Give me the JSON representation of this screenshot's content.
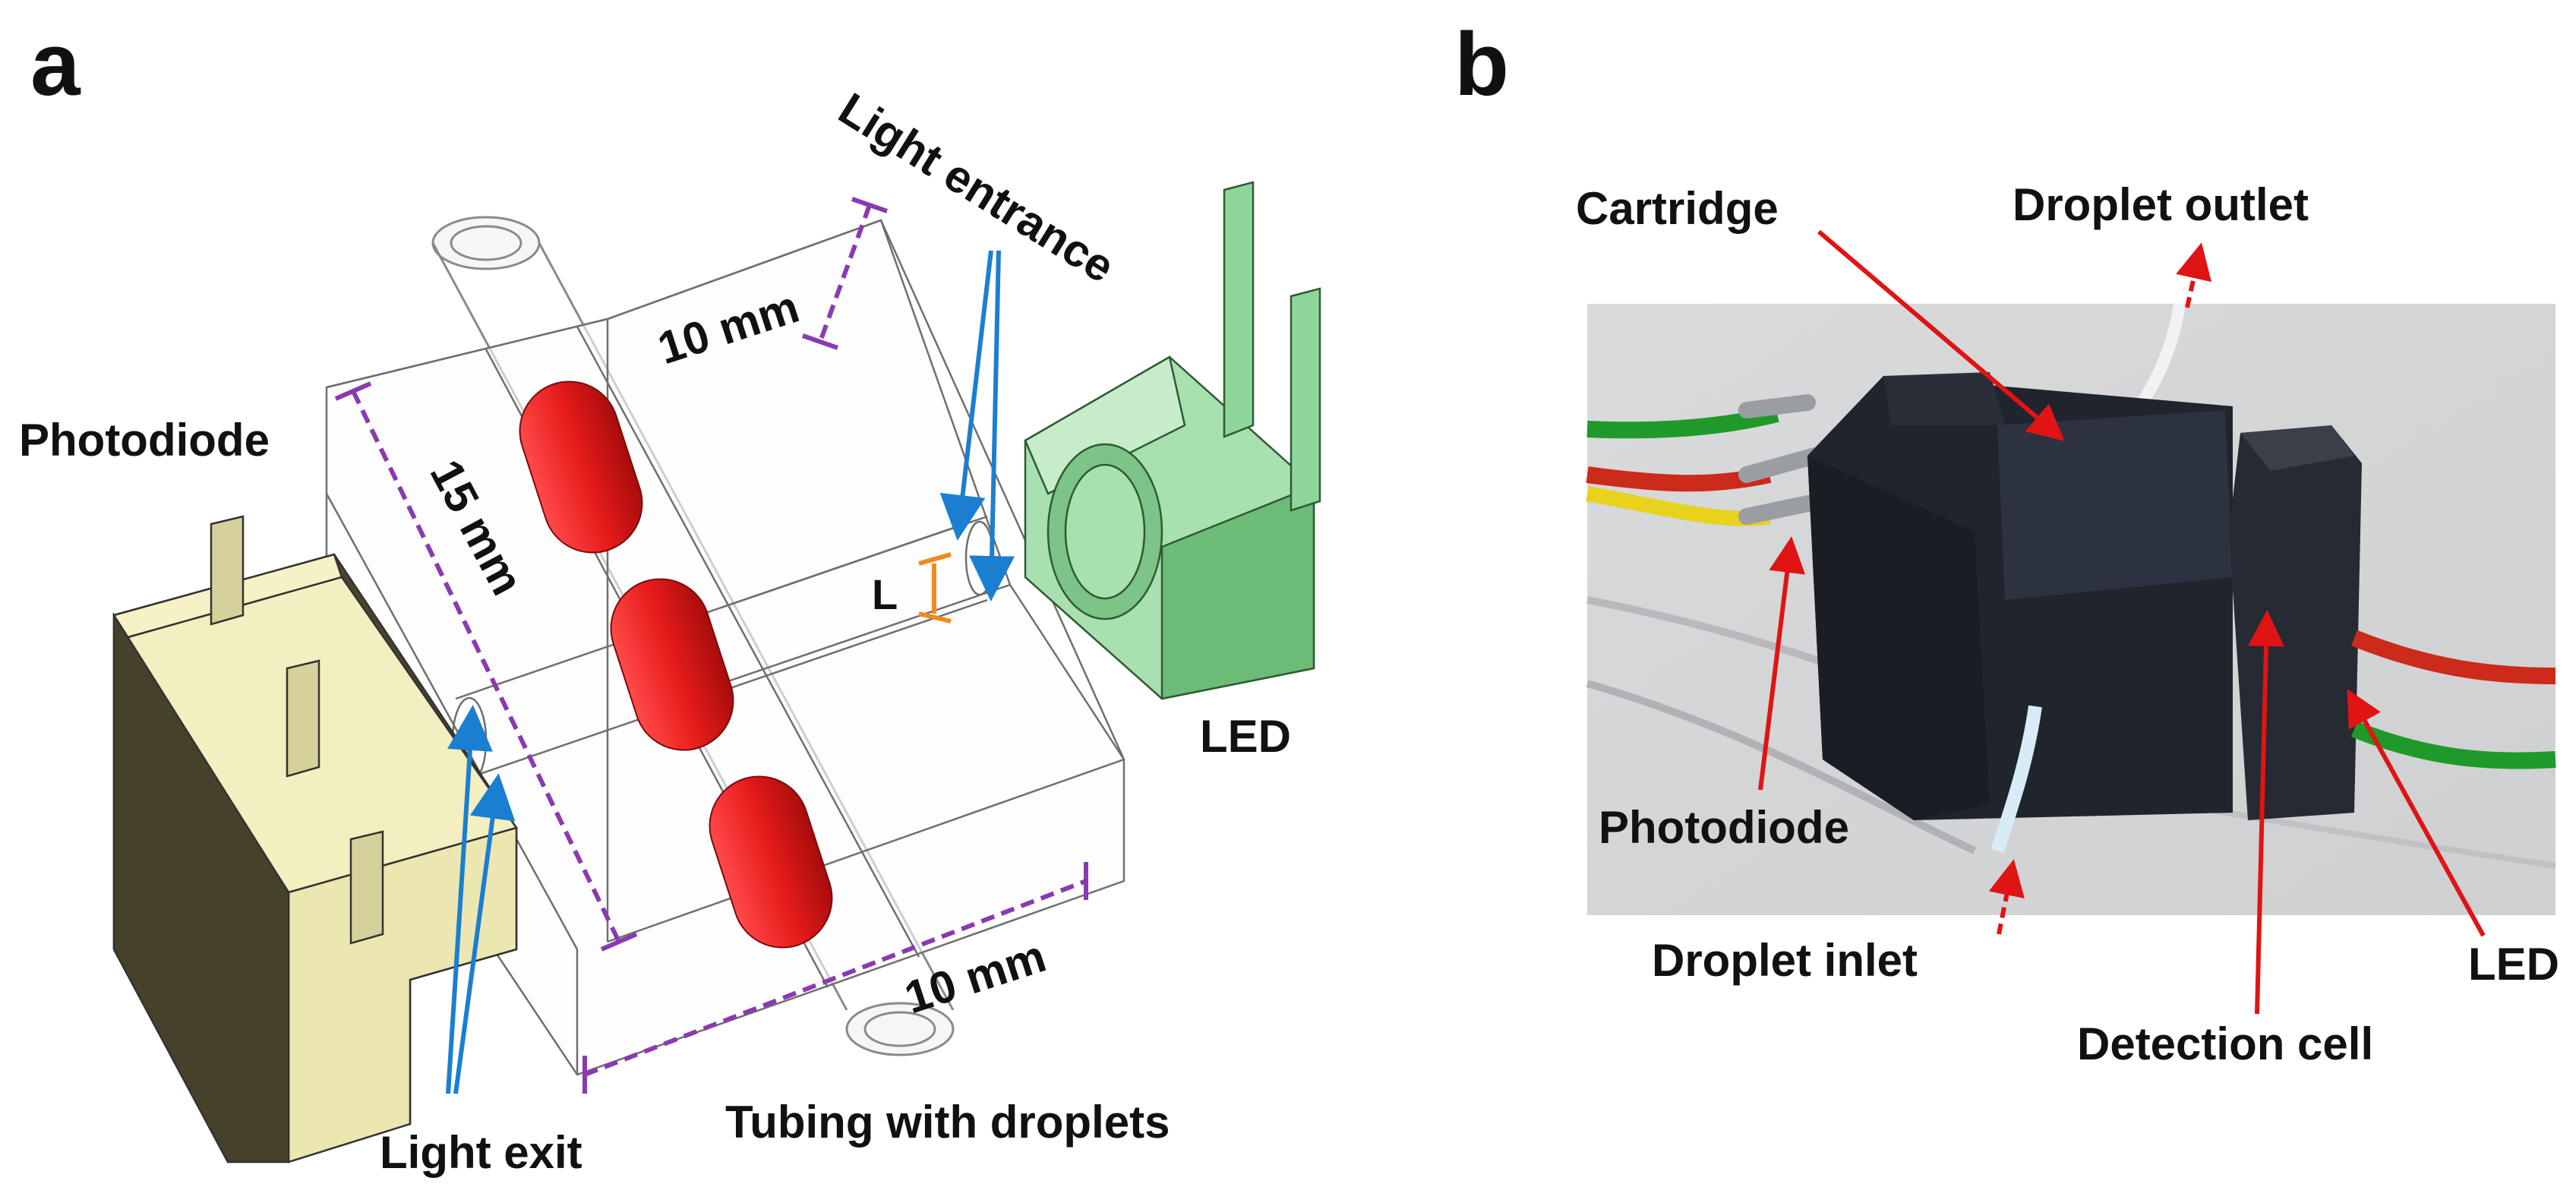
{
  "panel_a": {
    "letter": "a",
    "labels": {
      "photodiode": "Photodiode",
      "light_entrance": "Light entrance",
      "led": "LED",
      "light_exit": "Light exit",
      "tubing": "Tubing with droplets",
      "dim_top": "10 mm",
      "dim_side": "15 mm",
      "dim_bottom": "10 mm",
      "path_length": "L"
    }
  },
  "panel_b": {
    "letter": "b",
    "labels": {
      "cartridge": "Cartridge",
      "droplet_outlet": "Droplet outlet",
      "photodiode": "Photodiode",
      "droplet_inlet": "Droplet inlet",
      "led": "LED",
      "detection_cell": "Detection cell"
    }
  },
  "colors": {
    "droplet": "#e01818",
    "dimension_line": "#8a3ab0",
    "light_arrow": "#1b7fd1",
    "path_bar": "#f28a1e",
    "photodiode_body": "#f3efc0",
    "led_body": "#9fd9a6",
    "callout_arrow": "#e01414"
  }
}
